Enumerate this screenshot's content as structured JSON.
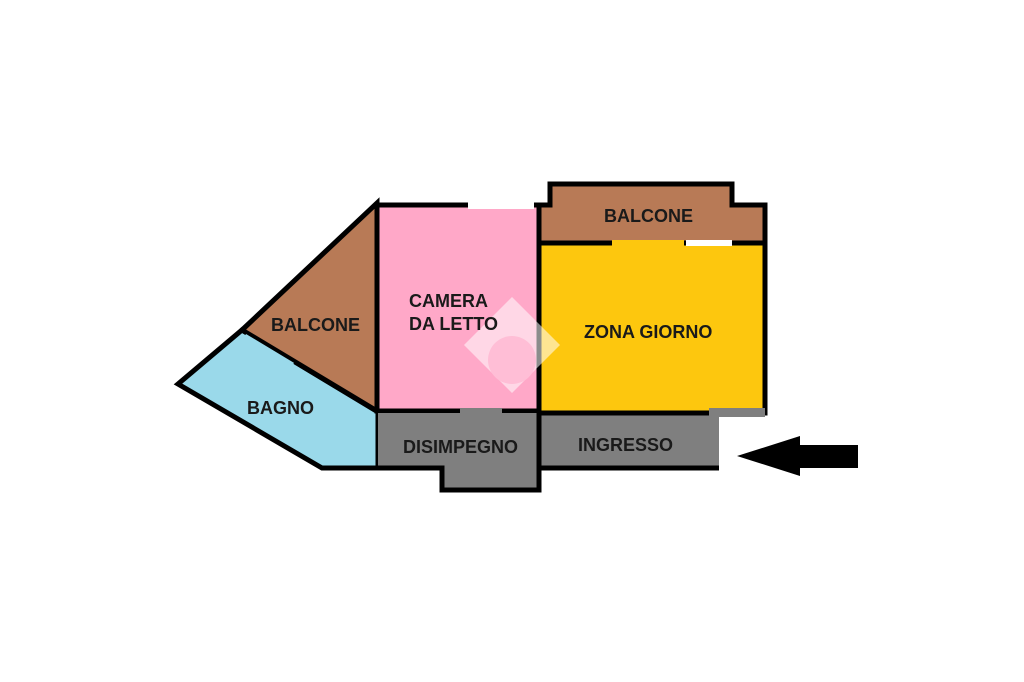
{
  "rooms": {
    "balcone_left": {
      "label": "BALCONE",
      "color": "#b87a56"
    },
    "bagno": {
      "label": "BAGNO",
      "color": "#9ad9ea"
    },
    "camera": {
      "label_line1": "CAMERA",
      "label_line2": "DA LETTO",
      "color": "#ffa8c8"
    },
    "balcone_top": {
      "label": "BALCONE",
      "color": "#b87a56"
    },
    "zona_giorno": {
      "label": "ZONA GIORNO",
      "color": "#fdc70e"
    },
    "disimpegno": {
      "label": "DISIMPEGNO",
      "color": "#7f7f7f"
    },
    "ingresso": {
      "label": "INGRESSO",
      "color": "#7f7f7f"
    }
  },
  "entrance_arrow": {
    "icon": "arrow-left-icon",
    "color": "#000000"
  },
  "watermark": {
    "icon": "house-watermark-icon",
    "color": "#ffffff"
  }
}
